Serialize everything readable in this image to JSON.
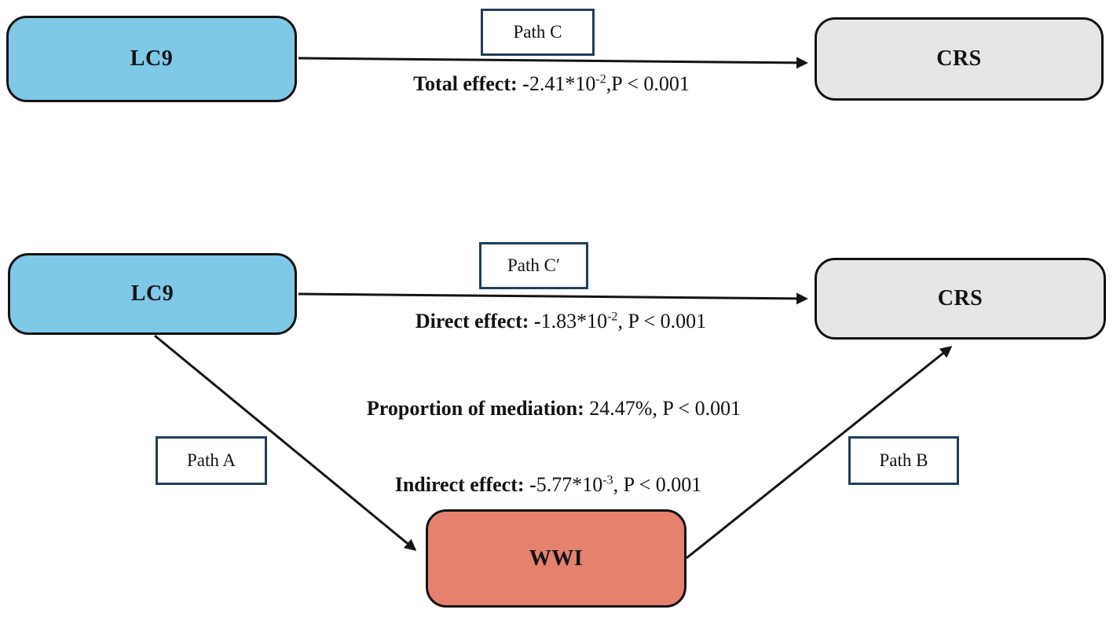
{
  "figure": {
    "colors": {
      "exposure_fill": "#7EC8E8",
      "outcome_fill": "#E6E6E6",
      "mediator_fill": "#E5816F",
      "path_box_border": "#1F3E5A",
      "arrow": "#141414"
    },
    "total_model": {
      "exposure_label": "LC9",
      "outcome_label": "CRS",
      "path_label": "Path C",
      "effect": {
        "label": "Total effect: -",
        "value": "2.41*10",
        "exponent": "-2",
        "tail": ",P < 0.001"
      }
    },
    "mediation_model": {
      "exposure_label": "LC9",
      "outcome_label": "CRS",
      "mediator_label": "WWI",
      "path_c_prime_label": "Path C′",
      "path_a_label": "Path A",
      "path_b_label": "Path B",
      "direct_effect": {
        "label": "Direct effect: -",
        "value": "1.83*10",
        "exponent": "-2",
        "tail": ", P < 0.001"
      },
      "proportion": {
        "label": "Proportion of mediation:",
        "value": " 24.47%, P < 0.001",
        "exponent": "",
        "tail": ""
      },
      "indirect_effect": {
        "label": "Indirect effect: -",
        "value": "5.77*10",
        "exponent": "-3",
        "tail": ", P < 0.001"
      }
    }
  }
}
